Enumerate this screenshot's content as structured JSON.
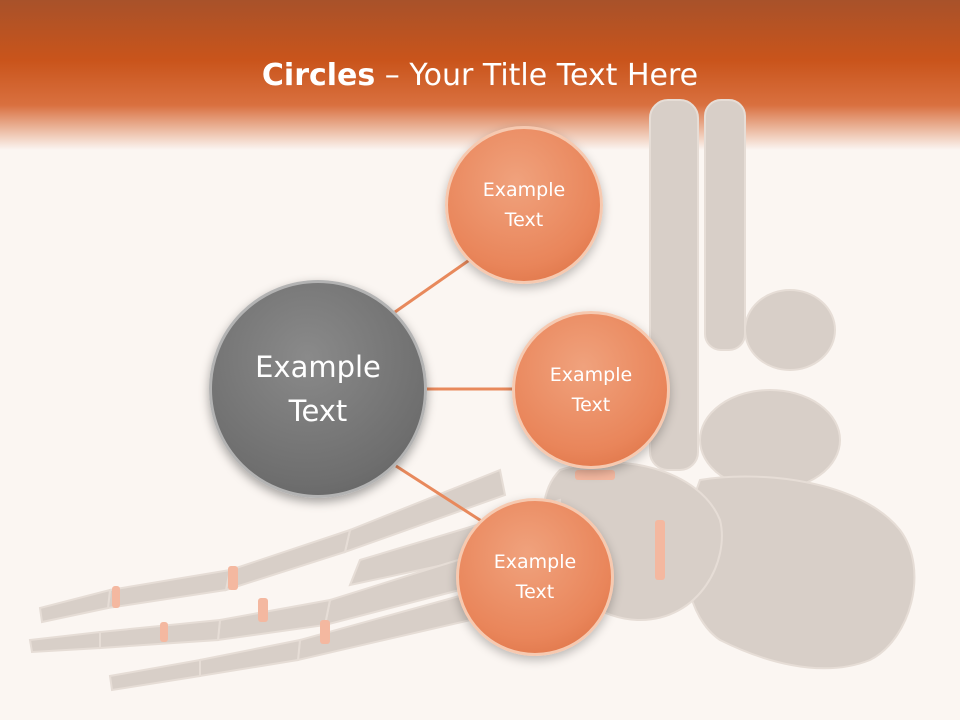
{
  "title": {
    "bold": "Circles",
    "rest": " – Your Title Text Here"
  },
  "center": {
    "line1": "Example",
    "line2": "Text"
  },
  "nodes": [
    {
      "line1": "Example",
      "line2": "Text"
    },
    {
      "line1": "Example",
      "line2": "Text"
    },
    {
      "line1": "Example",
      "line2": "Text"
    }
  ],
  "colors": {
    "header": "#c9541b",
    "center_fill": "#707070",
    "node_fill": "#e9855a",
    "connector": "#e8895c",
    "skeleton": "#d8cfc8"
  }
}
